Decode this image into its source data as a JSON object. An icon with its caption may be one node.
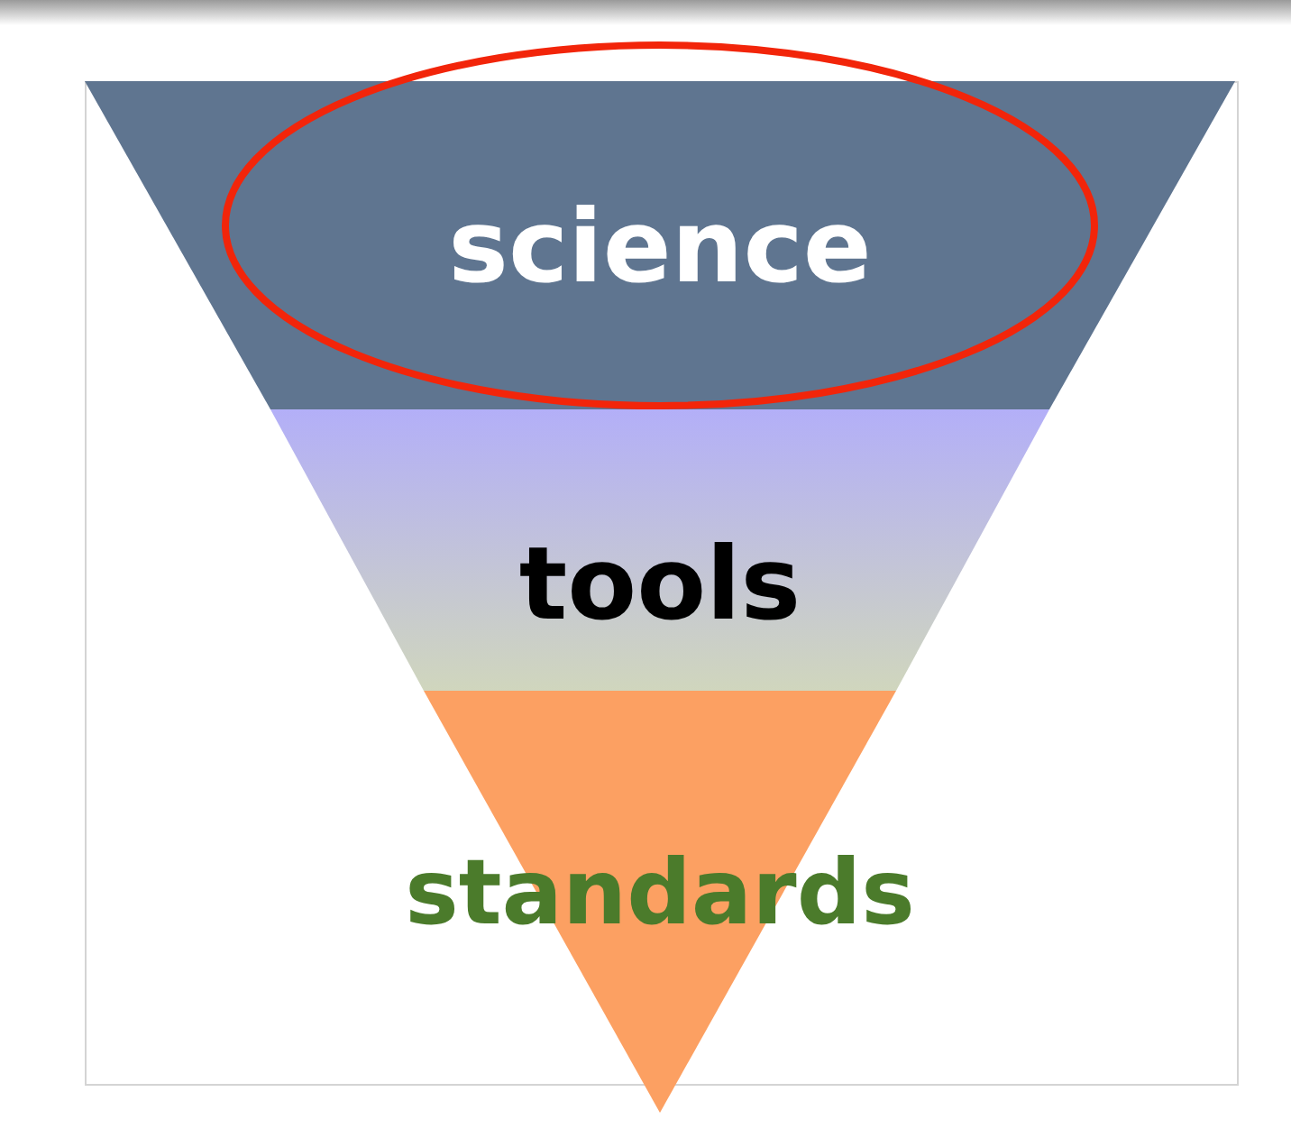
{
  "diagram": {
    "nodes": [
      {
        "text": [
          "science"
        ]
      },
      {
        "text": [
          "tools"
        ]
      },
      {
        "text": [
          "standards"
        ]
      }
    ]
  }
}
